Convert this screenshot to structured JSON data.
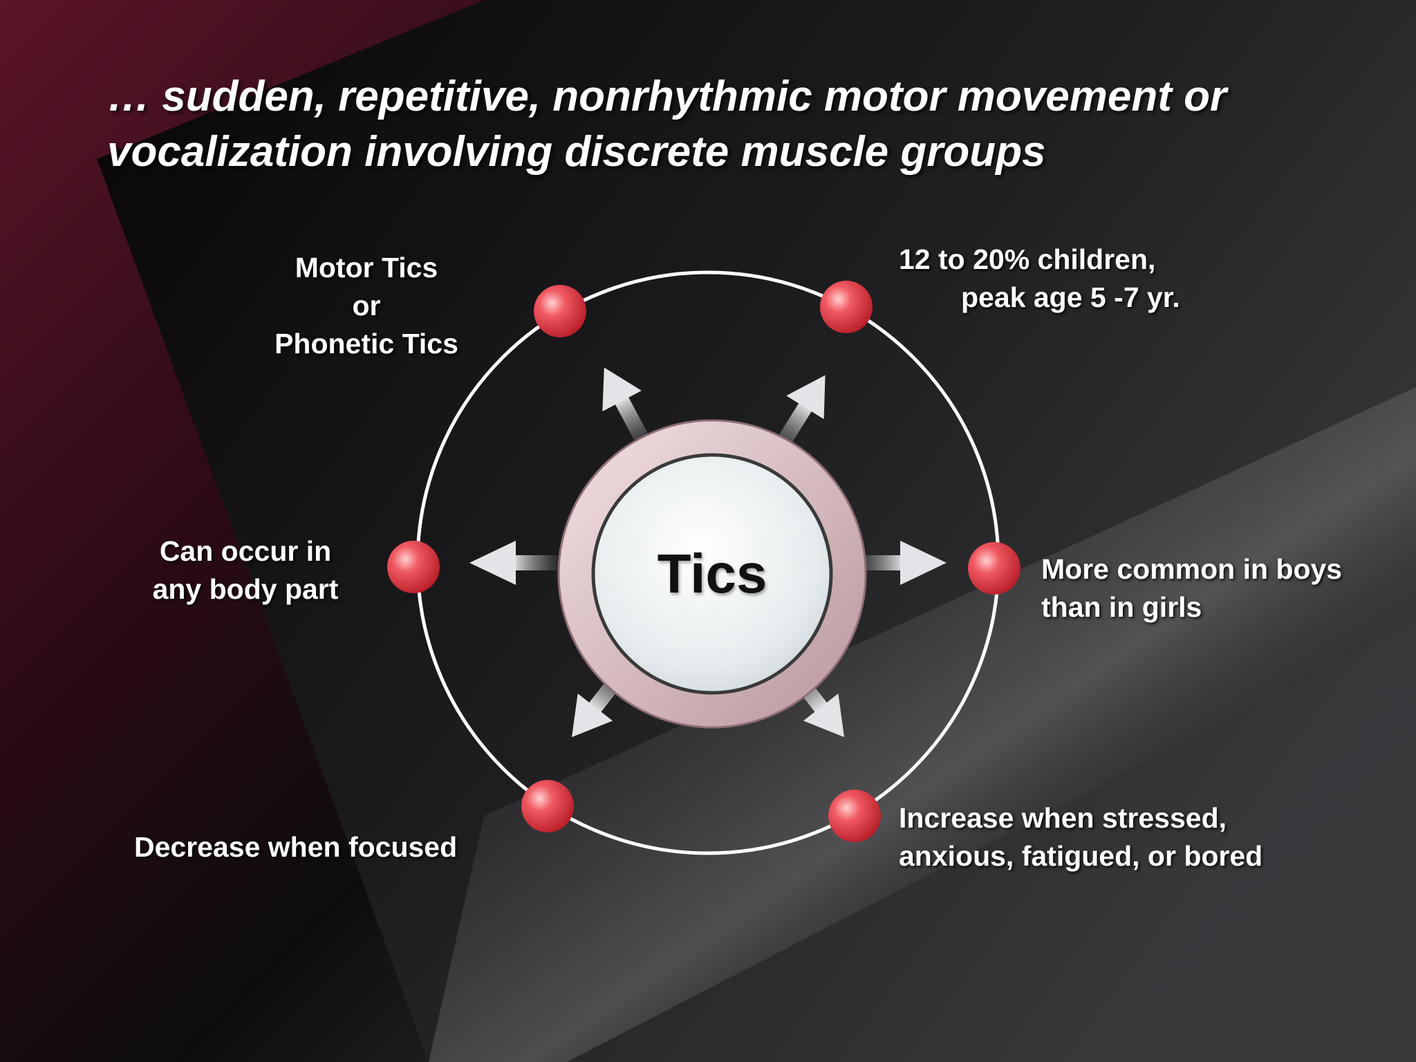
{
  "title": {
    "line1": "… sudden, repetitive, nonrhythmic motor movement or",
    "line2": "vocalization involving discrete muscle groups"
  },
  "center": {
    "label": "Tics"
  },
  "nodes": {
    "motor": {
      "lines": [
        "Motor Tics",
        "or",
        "Phonetic Tics"
      ]
    },
    "prevalence": {
      "lines": [
        "12 to 20% children,",
        "peak age 5 -7 yr."
      ]
    },
    "body_part": {
      "lines": [
        "Can occur in",
        "any body part"
      ]
    },
    "boys": {
      "lines": [
        "More common in boys",
        "than in girls"
      ]
    },
    "focused": {
      "lines": [
        "Decrease when focused"
      ]
    },
    "stressed": {
      "lines": [
        "Increase when stressed,",
        "anxious, fatigued, or bored"
      ]
    }
  },
  "colors": {
    "node": "#e8414a",
    "ring": "#ffffff",
    "arrow": "#d8d8dc",
    "center_bezel": "#d9b9bd"
  }
}
